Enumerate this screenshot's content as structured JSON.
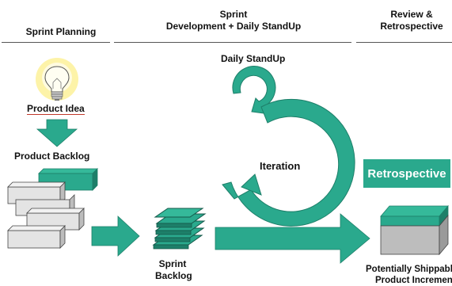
{
  "phases": {
    "planning": "Sprint Planning",
    "development_line1": "Sprint",
    "development_line2": "Development + Daily StandUp",
    "review_line1": "Review &",
    "review_line2": "Retrospective"
  },
  "labels": {
    "product_idea": "Product Idea",
    "product_backlog": "Product Backlog",
    "daily_standup": "Daily StandUp",
    "iteration": "Iteration",
    "sprint_backlog_line1": "Sprint",
    "sprint_backlog_line2": "Backlog",
    "retrospective": "Retrospective",
    "increment_line1": "Potentially Shippable",
    "increment_line2": "Product Increment"
  },
  "colors": {
    "teal": "#2aa98d",
    "teal_dark": "#1d7f69",
    "grey_box": "#d9d9d9",
    "bulb_glow": "#fdf3a8"
  },
  "icons": [
    "lightbulb-icon",
    "down-arrow-icon",
    "right-arrow-icon",
    "cycle-arrow-icon"
  ]
}
